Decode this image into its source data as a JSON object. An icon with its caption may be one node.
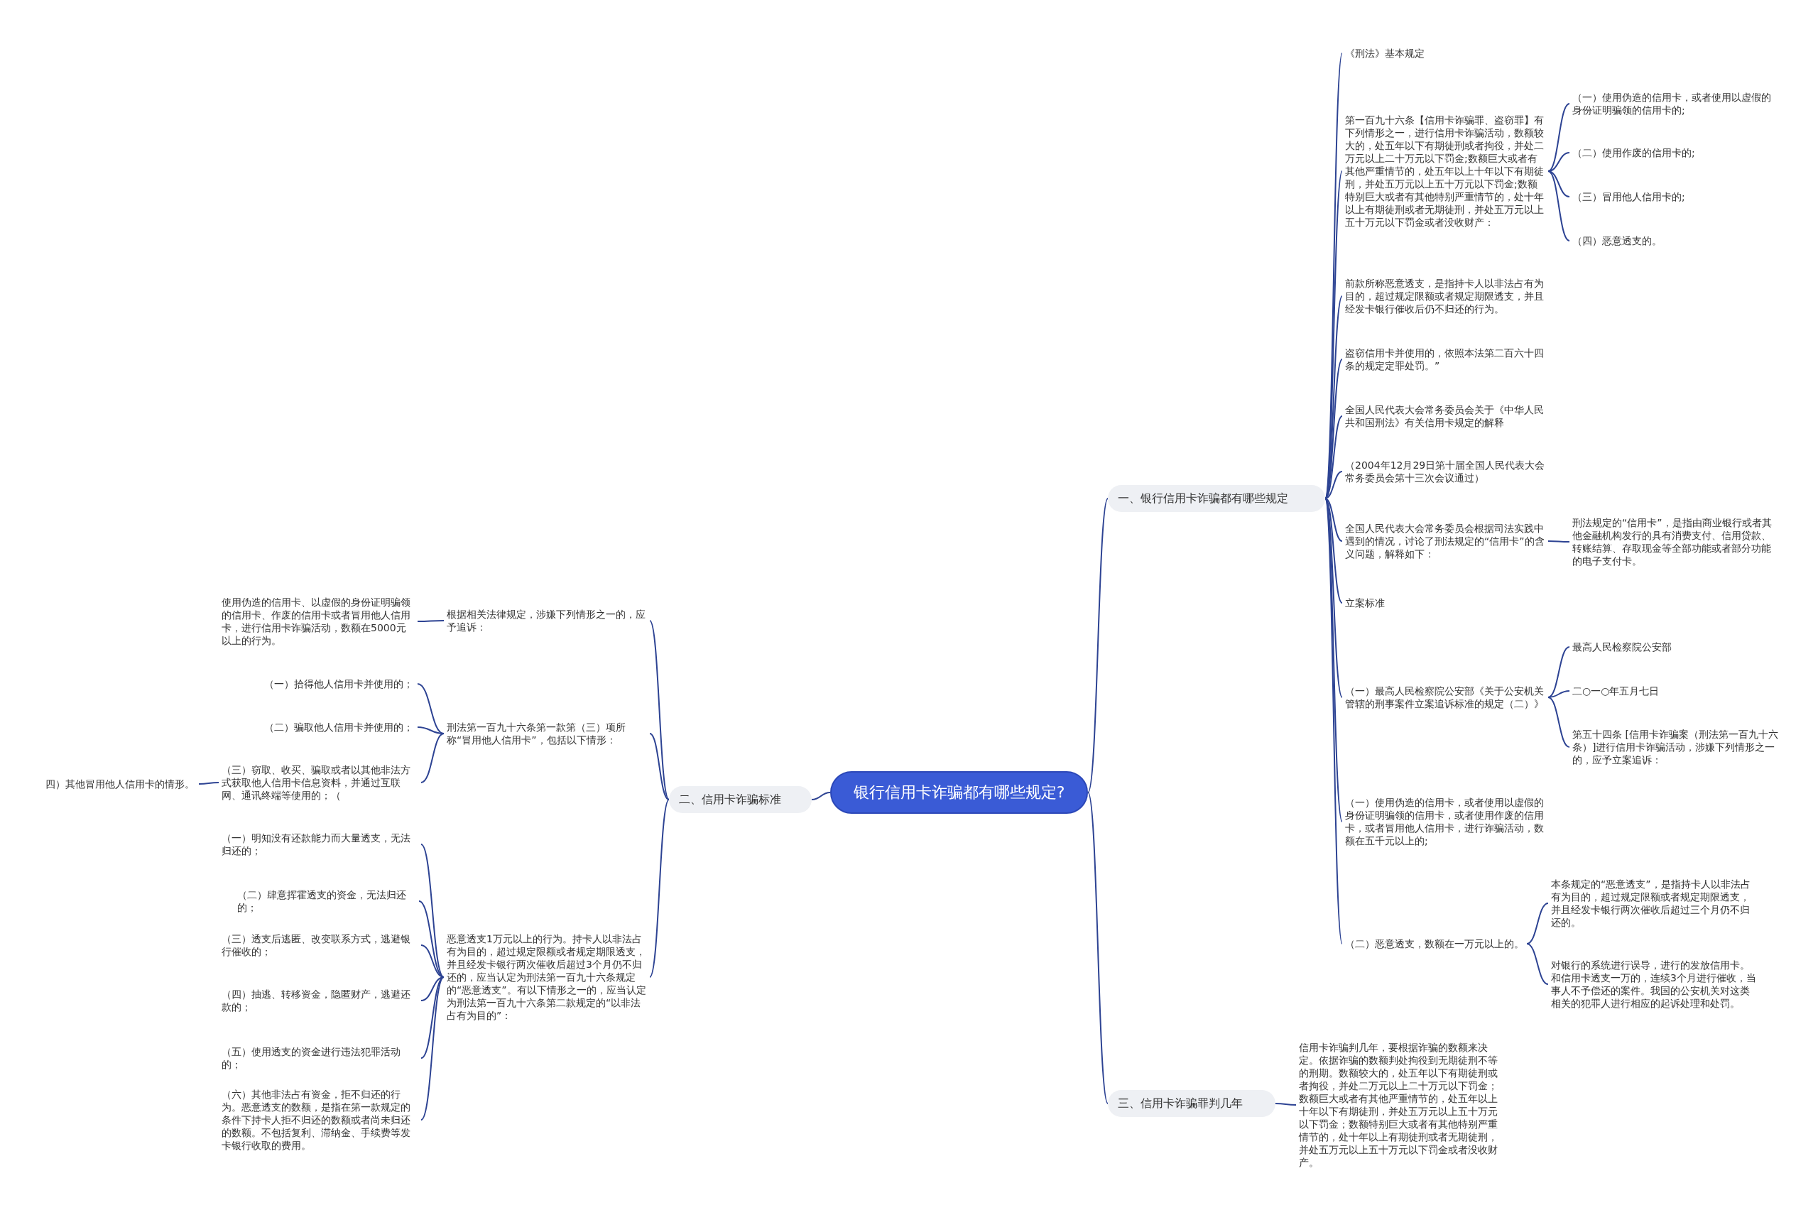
{
  "diagram": {
    "nodes": [
      {
        "text": [
          "银行信用卡诈骗都有哪些规定?"
        ]
      },
      {
        "text": [
          "一、银行信用卡诈骗都有哪些规定"
        ]
      },
      {
        "text": [
          "二、信用卡诈骗标准"
        ]
      },
      {
        "text": [
          "三、信用卡诈骗罪判几年"
        ]
      },
      {
        "text": [
          "《刑法》基本规定"
        ]
      },
      {
        "text": [
          "第一百九十六条【信用卡诈骗罪、盗窃罪】有下列情形之一，进行信用卡诈骗活动，数额较大的，处五年以下有期徒刑或者拘役，并处二万元以上二十万元以下罚金;数额巨大或者有其他严重情节的，处五年以上十年以下有期徒刑，并处五万元以上五十万元以下罚金;数额特别巨大或者有其他特别严重情节的，处十年以上有期徒刑或者无期徒刑，并处五万元以上五十万元以下罚金或者没收财产："
        ]
      },
      {
        "text": [
          "（一）使用伪造的信用卡，或者使用以虚假的身份证明骗领的信用卡的;"
        ]
      },
      {
        "text": [
          "（二）使用作废的信用卡的;"
        ]
      },
      {
        "text": [
          "（三）冒用他人信用卡的;"
        ]
      },
      {
        "text": [
          "（四）恶意透支的。"
        ]
      },
      {
        "text": [
          "前款所称恶意透支，是指持卡人以非法占有为目的，超过规定限额或者规定期限透支，并且经发卡银行催收后仍不归还的行为。"
        ]
      },
      {
        "text": [
          "盗窃信用卡并使用的，依照本法第二百六十四条的规定定罪处罚。”"
        ]
      },
      {
        "text": [
          "全国人民代表大会常务委员会关于《中华人民共和国刑法》有关信用卡规定的解释"
        ]
      },
      {
        "text": [
          "（2004年12月29日第十届全国人民代表大会常务委员会第十三次会议通过）"
        ]
      },
      {
        "text": [
          "全国人民代表大会常务委员会根据司法实践中遇到的情况，讨论了刑法规定的“信用卡”的含义问题，解释如下："
        ]
      },
      {
        "text": [
          "刑法规定的“信用卡”，是指由商业银行或者其他金融机构发行的具有消费支付、信用贷款、转账结算、存取现金等全部功能或者部分功能的电子支付卡。"
        ]
      },
      {
        "text": [
          "立案标准"
        ]
      },
      {
        "text": [
          "（一）最高人民检察院公安部《关于公安机关管辖的刑事案件立案追诉标准的规定（二）》"
        ]
      },
      {
        "text": [
          "最高人民检察院公安部"
        ]
      },
      {
        "text": [
          "二○一○年五月七日"
        ]
      },
      {
        "text": [
          "第五十四条 [信用卡诈骗案（刑法第一百九十六条）]进行信用卡诈骗活动，涉嫌下列情形之一的，应予立案追诉："
        ]
      },
      {
        "text": [
          "（一）使用伪造的信用卡，或者使用以虚假的身份证明骗领的信用卡，或者使用作废的信用卡，或者冒用他人信用卡，进行诈骗活动，数额在五千元以上的;"
        ]
      },
      {
        "text": [
          "（二）恶意透支，数额在一万元以上的。"
        ]
      },
      {
        "text": [
          "本条规定的“恶意透支”，是指持卡人以非法占有为目的，超过规定限额或者规定期限透支，并且经发卡银行两次催收后超过三个月仍不归还的。"
        ]
      },
      {
        "text": [
          "对银行的系统进行误导，进行的发放信用卡。和信用卡透支一万的，连续3个月进行催收，当事人不予偿还的案件。我国的公安机关对这类相关的犯罪人进行相应的起诉处理和处罚。"
        ]
      },
      {
        "text": [
          "信用卡诈骗判几年，要根据诈骗的数额来决定。依据诈骗的数额判处拘役到无期徒刑不等的刑期。数额较大的，处五年以下有期徒刑或者拘役，并处二万元以上二十万元以下罚金；数额巨大或者有其他严重情节的，处五年以上十年以下有期徒刑，并处五万元以上五十万元以下罚金；数额特别巨大或者有其他特别严重情节的，处十年以上有期徒刑或者无期徒刑，并处五万元以上五十万元以下罚金或者没收财产。"
        ]
      },
      {
        "text": [
          "根据相关法律规定，涉嫌下列情形之一的，应予追诉："
        ]
      },
      {
        "text": [
          "使用伪造的信用卡、以虚假的身份证明骗领的信用卡、作废的信用卡或者冒用他人信用卡，进行信用卡诈骗活动，数额在5000元以上的行为。"
        ]
      },
      {
        "text": [
          "刑法第一百九十六条第一款第（三）项所称“冒用他人信用卡”，包括以下情形："
        ]
      },
      {
        "text": [
          "（一）拾得他人信用卡并使用的；"
        ]
      },
      {
        "text": [
          "（二）骗取他人信用卡并使用的；"
        ]
      },
      {
        "text": [
          "（三）窃取、收买、骗取或者以其他非法方式获取他人信用卡信息资料，并通过互联网、通讯终端等使用的；（"
        ]
      },
      {
        "text": [
          "四）其他冒用他人信用卡的情形。"
        ]
      },
      {
        "text": [
          "恶意透支1万元以上的行为。持卡人以非法占有为目的，超过规定限额或者规定期限透支，并且经发卡银行两次催收后超过3个月仍不归还的，应当认定为刑法第一百九十六条规定的“恶意透支”。有以下情形之一的，应当认定为刑法第一百九十六条第二款规定的“以非法占有为目的”："
        ]
      },
      {
        "text": [
          "（一）明知没有还款能力而大量透支，无法归还的；"
        ]
      },
      {
        "text": [
          "（二）肆意挥霍透支的资金，无法归还的；"
        ]
      },
      {
        "text": [
          "（三）透支后逃匿、改变联系方式，逃避银行催收的；"
        ]
      },
      {
        "text": [
          "（四）抽逃、转移资金，隐匿财产，逃避还款的；"
        ]
      },
      {
        "text": [
          "（五）使用透支的资金进行违法犯罪活动的；"
        ]
      },
      {
        "text": [
          "（六）其他非法占有资金，拒不归还的行为。恶意透支的数额，是指在第一款规定的条件下持卡人拒不归还的数额或者尚未归还的数额。不包括复利、滞纳金、手续费等发卡银行收取的费用。"
        ]
      }
    ],
    "edges": [
      {
        "from": 0,
        "to": 1,
        "arrow": "none"
      },
      {
        "from": 0,
        "to": 2,
        "arrow": "none"
      },
      {
        "from": 0,
        "to": 3,
        "arrow": "none"
      },
      {
        "from": 1,
        "to": 4,
        "arrow": "none"
      },
      {
        "from": 1,
        "to": 5,
        "arrow": "none"
      },
      {
        "from": 5,
        "to": 6,
        "arrow": "none"
      },
      {
        "from": 5,
        "to": 7,
        "arrow": "none"
      },
      {
        "from": 5,
        "to": 8,
        "arrow": "none"
      },
      {
        "from": 5,
        "to": 9,
        "arrow": "none"
      },
      {
        "from": 1,
        "to": 10,
        "arrow": "none"
      },
      {
        "from": 1,
        "to": 11,
        "arrow": "none"
      },
      {
        "from": 1,
        "to": 12,
        "arrow": "none"
      },
      {
        "from": 1,
        "to": 13,
        "arrow": "none"
      },
      {
        "from": 1,
        "to": 14,
        "arrow": "none"
      },
      {
        "from": 14,
        "to": 15,
        "arrow": "none"
      },
      {
        "from": 1,
        "to": 16,
        "arrow": "none"
      },
      {
        "from": 1,
        "to": 17,
        "arrow": "none"
      },
      {
        "from": 17,
        "to": 18,
        "arrow": "none"
      },
      {
        "from": 17,
        "to": 19,
        "arrow": "none"
      },
      {
        "from": 17,
        "to": 20,
        "arrow": "none"
      },
      {
        "from": 1,
        "to": 21,
        "arrow": "none"
      },
      {
        "from": 1,
        "to": 22,
        "arrow": "none"
      },
      {
        "from": 22,
        "to": 23,
        "arrow": "none"
      },
      {
        "from": 22,
        "to": 24,
        "arrow": "none"
      },
      {
        "from": 3,
        "to": 25,
        "arrow": "none"
      },
      {
        "from": 2,
        "to": 26,
        "arrow": "none"
      },
      {
        "from": 26,
        "to": 27,
        "arrow": "none"
      },
      {
        "from": 2,
        "to": 28,
        "arrow": "none"
      },
      {
        "from": 28,
        "to": 29,
        "arrow": "none"
      },
      {
        "from": 28,
        "to": 30,
        "arrow": "none"
      },
      {
        "from": 28,
        "to": 31,
        "arrow": "none"
      },
      {
        "from": 31,
        "to": 32,
        "arrow": "none"
      },
      {
        "from": 2,
        "to": 33,
        "arrow": "none"
      },
      {
        "from": 33,
        "to": 34,
        "arrow": "none"
      },
      {
        "from": 33,
        "to": 35,
        "arrow": "none"
      },
      {
        "from": 33,
        "to": 36,
        "arrow": "none"
      },
      {
        "from": 33,
        "to": 37,
        "arrow": "none"
      },
      {
        "from": 33,
        "to": 38,
        "arrow": "none"
      },
      {
        "from": 33,
        "to": 39,
        "arrow": "none"
      }
    ]
  }
}
